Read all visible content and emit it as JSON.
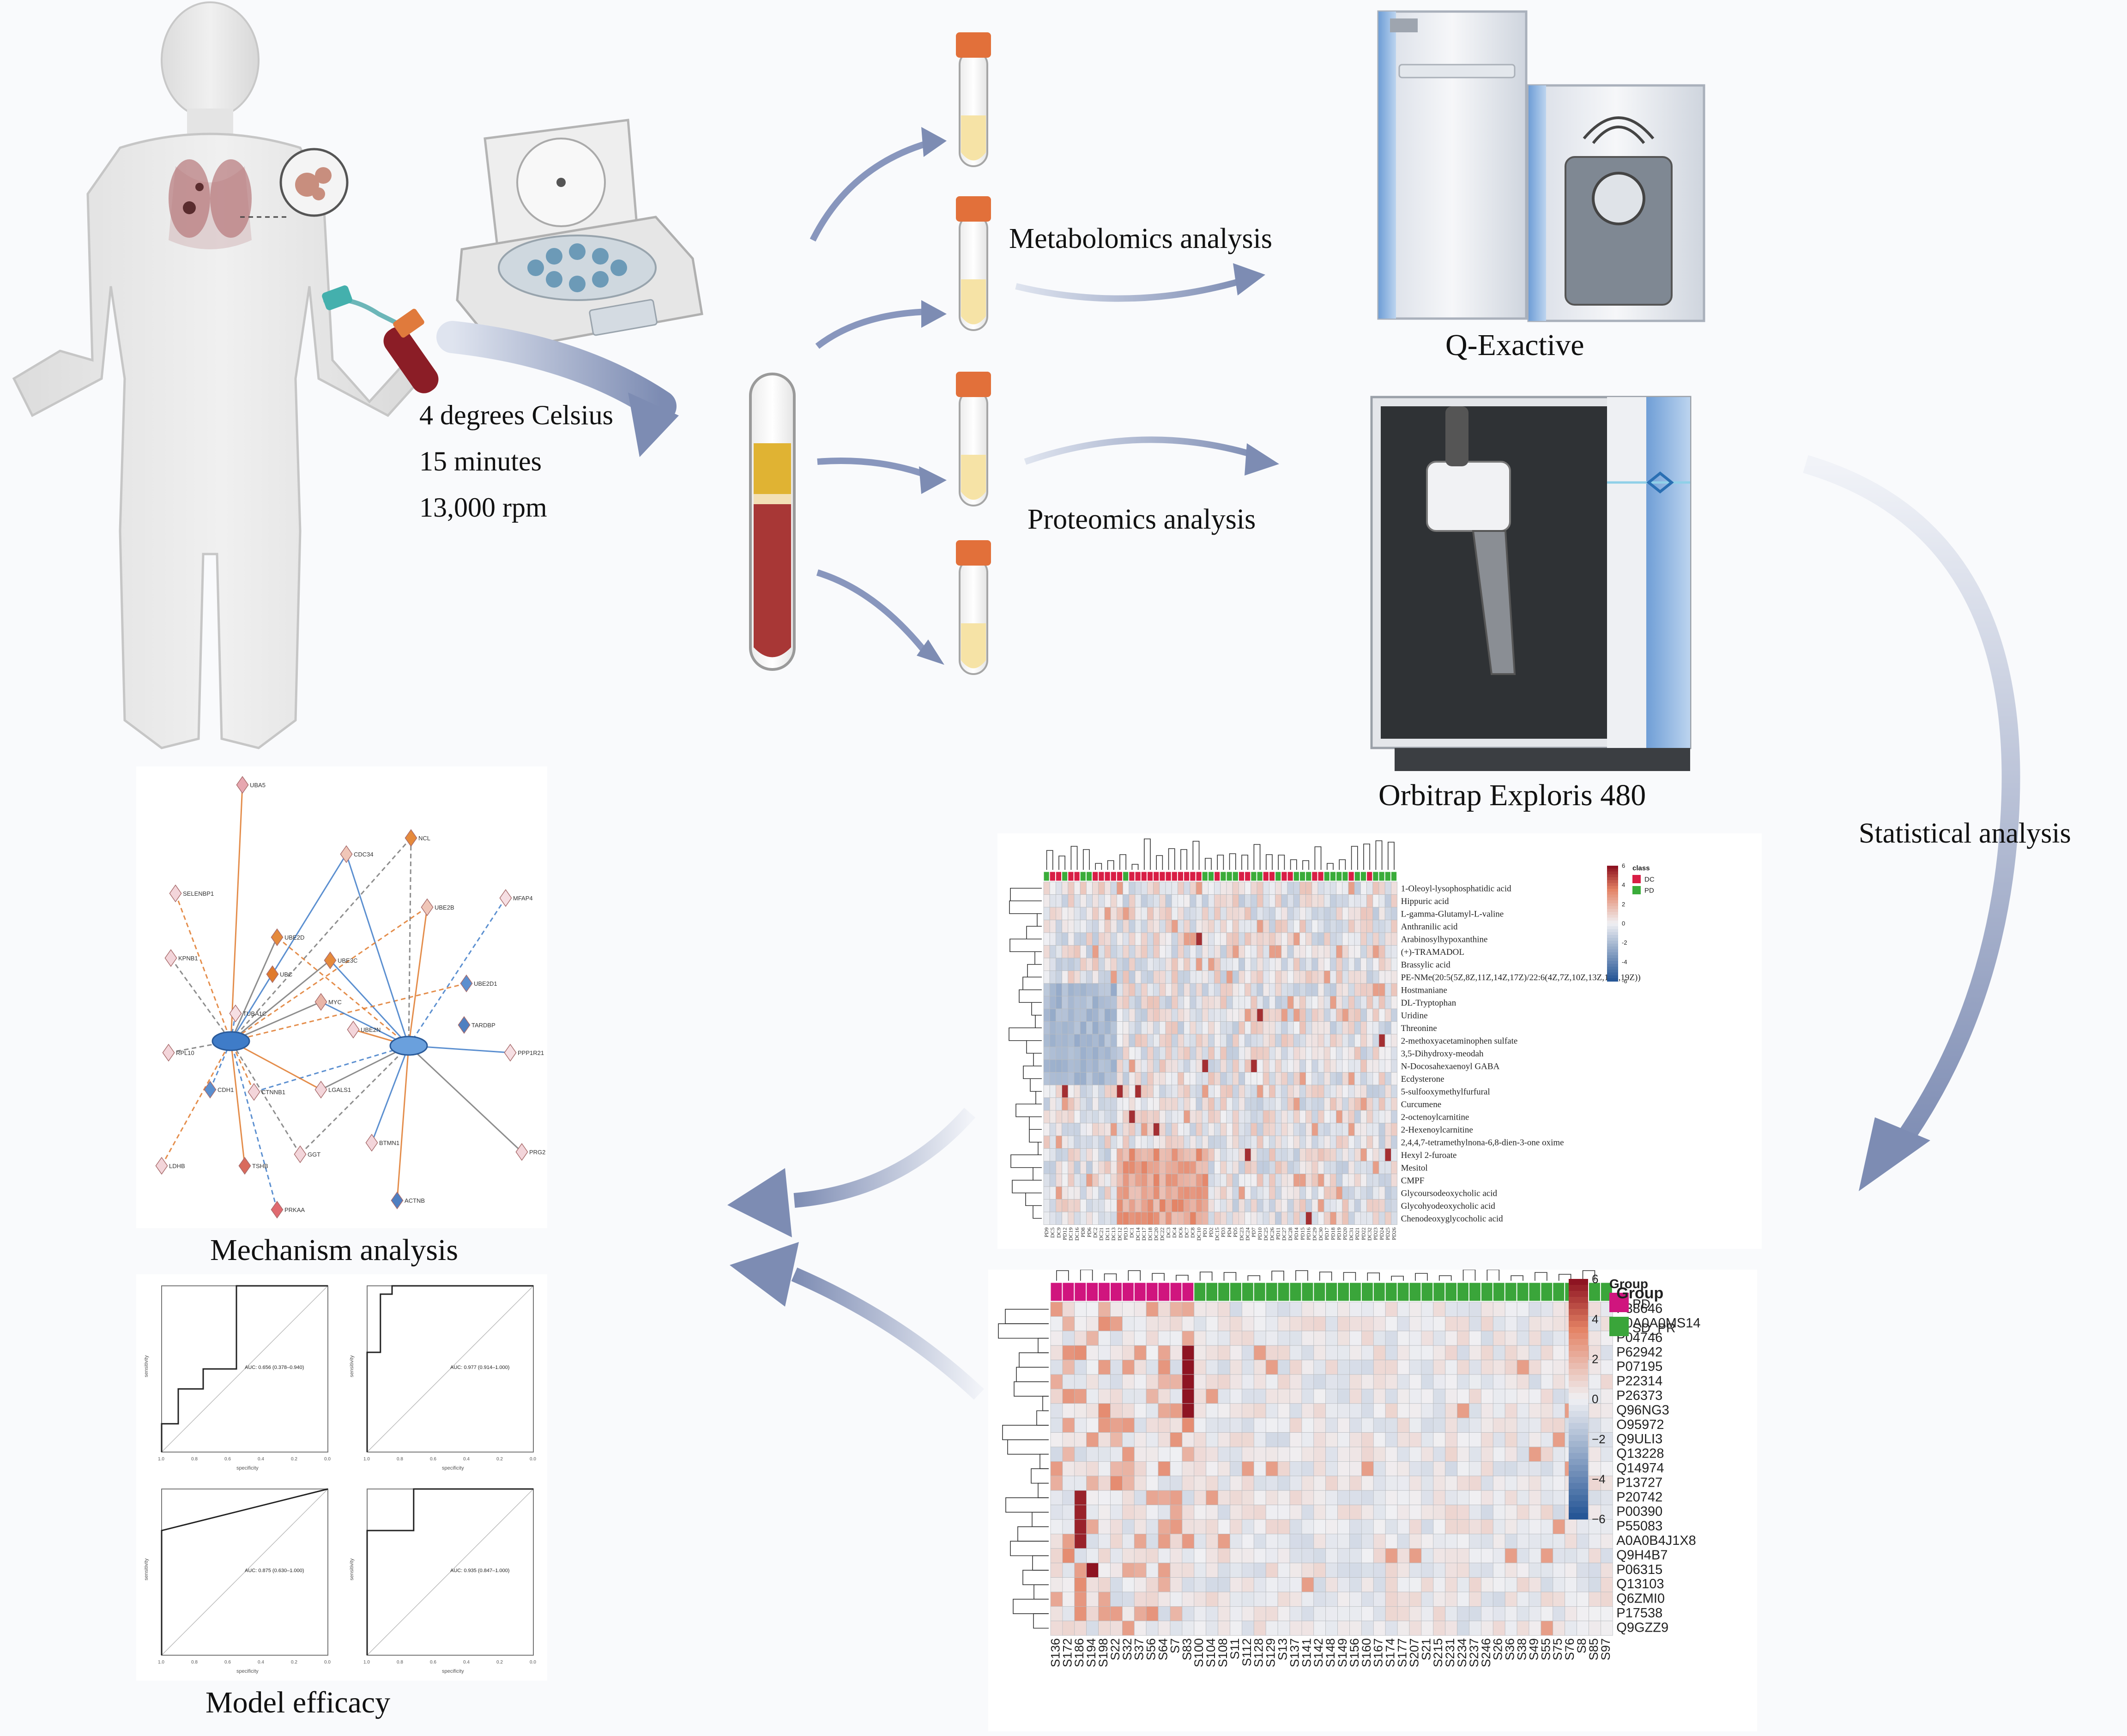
{
  "workflow": {
    "centrifuge_conditions": [
      "4 degrees Celsius",
      "15 minutes",
      "13,000 rpm"
    ],
    "metabolomics_label": "Metabolomics analysis",
    "proteomics_label": "Proteomics analysis",
    "instrument_1": "Q-Exactive",
    "instrument_2": "Orbitrap Exploris 480",
    "statistical_label": "Statistical analysis",
    "mechanism_label": "Mechanism analysis",
    "model_label": "Model  efficacy"
  },
  "network": {
    "nodes": [
      "UBA5",
      "NCL",
      "CDC34",
      "SELENBP1",
      "UBE2D",
      "MFAP4",
      "UBE2B",
      "KPNB1",
      "UBC",
      "UBE3C",
      "UBE2D1",
      "MYC",
      "TUBA1C",
      "UBE2N",
      "TARDBP",
      "RPL10",
      "PPP1R21",
      "CTNNB1",
      "LGALS1",
      "CDH1",
      "TSHB",
      "GGT",
      "BTMN1",
      "LDHB",
      "PRG2",
      "PRKAA",
      "ACTNB"
    ]
  },
  "roc": {
    "ylabel": "sensitivity",
    "xlabel": "specificity",
    "panels": [
      {
        "auc": "AUC: 0.656 (0.378–0.940)"
      },
      {
        "auc": "AUC: 0.977 (0.914–1.000)"
      },
      {
        "auc": "AUC: 0.875 (0.630–1.000)"
      },
      {
        "auc": "AUC: 0.935 (0.847–1.000)"
      }
    ],
    "ticks": [
      "1.0",
      "0.8",
      "0.6",
      "0.4",
      "0.2",
      "0.0"
    ]
  },
  "chart_data": [
    {
      "type": "heatmap",
      "legend_title": "class",
      "legend_classes": [
        {
          "name": "DC",
          "color": "#d81e45"
        },
        {
          "name": "PD",
          "color": "#3aac3a"
        }
      ],
      "color_scale": {
        "min": -6,
        "max": 6,
        "ticks": [
          "6",
          "4",
          "2",
          "0",
          "-2",
          "-4",
          "-6"
        ]
      },
      "rows": [
        "1-Oleoyl-lysophosphatidic acid",
        "Hippuric acid",
        "L-gamma-Glutamyl-L-valine",
        "Anthranilic acid",
        "Arabinosylhypoxanthine",
        "(+)-TRAMADOL",
        "Brassylic acid",
        "PE-NMe(20:5(5Z,8Z,11Z,14Z,17Z)/22:6(4Z,7Z,10Z,13Z,16Z,19Z))",
        "Hostmaniane",
        "DL-Tryptophan",
        "Uridine",
        "Threonine",
        "2-methoxyacetaminophen sulfate",
        "3,5-Dihydroxy-meodah",
        "N-Docosahexaenoyl GABA",
        "Ecdysterone",
        "5-sulfooxymethylfurfural",
        "Curcumene",
        "2-octenoylcarnitine",
        "2-Hexenoylcarnitine",
        "2,4,4,7-tetramethylnona-6,8-dien-3-one oxime",
        "Hexyl 2-furoate",
        "Mesitol",
        "CMPF",
        "Glycoursodeoxycholic acid",
        "Glycohyodeoxycholic acid",
        "Chenodeoxyglycocholic acid"
      ],
      "columns": [
        "PD9",
        "DC5",
        "DC9",
        "PD12",
        "DC19",
        "DC16",
        "PD8",
        "PD6",
        "DC2",
        "DC21",
        "DC11",
        "DC13",
        "DC12",
        "PD13",
        "DC1",
        "DC14",
        "DC17",
        "DC18",
        "DC20",
        "DC22",
        "DC3",
        "DC4",
        "DC6",
        "DC7",
        "DC8",
        "DC10",
        "PD1",
        "PD2",
        "DC15",
        "PD3",
        "PD4",
        "PD5",
        "DC23",
        "DC24",
        "PD7",
        "PD10",
        "DC25",
        "DC26",
        "PD11",
        "DC27",
        "DC28",
        "PD14",
        "PD15",
        "PD16",
        "DC29",
        "DC30",
        "PD17",
        "PD18",
        "PD19",
        "PD20",
        "DC31",
        "PD21",
        "PD22",
        "DC32",
        "PD23",
        "PD24",
        "PD25",
        "PD26"
      ]
    },
    {
      "type": "heatmap",
      "legend_title": "Group",
      "group_label": "Group",
      "legend_classes": [
        {
          "name": "PD",
          "color": "#d0157e"
        },
        {
          "name": "SD_PR",
          "color": "#3aa53a"
        }
      ],
      "color_scale": {
        "min": -6,
        "max": 6,
        "ticks": [
          "6",
          "4",
          "2",
          "0",
          "−2",
          "−4",
          "−6"
        ]
      },
      "rows": [
        "P38646",
        "A0A0A0MS14",
        "P04746",
        "P62942",
        "P07195",
        "P22314",
        "P26373",
        "Q96NG3",
        "O95972",
        "Q9ULI3",
        "Q13228",
        "Q14974",
        "P13727",
        "P20742",
        "P00390",
        "P55083",
        "A0A0B4J1X8",
        "Q9H4B7",
        "P06315",
        "Q13103",
        "Q6ZMI0",
        "P17538",
        "Q9GZZ9"
      ],
      "columns": [
        "S136",
        "S172",
        "S186",
        "S194",
        "S198",
        "S22",
        "S32",
        "S37",
        "S56",
        "S64",
        "S7",
        "S83",
        "S100",
        "S104",
        "S108",
        "S11",
        "S112",
        "S128",
        "S129",
        "S13",
        "S137",
        "S141",
        "S142",
        "S148",
        "S149",
        "S156",
        "S160",
        "S167",
        "S174",
        "S177",
        "S207",
        "S21",
        "S215",
        "S231",
        "S234",
        "S237",
        "S246",
        "S26",
        "S36",
        "S38",
        "S49",
        "S55",
        "S75",
        "S76",
        "S8",
        "S85",
        "S97"
      ],
      "pd_count": 12
    }
  ]
}
